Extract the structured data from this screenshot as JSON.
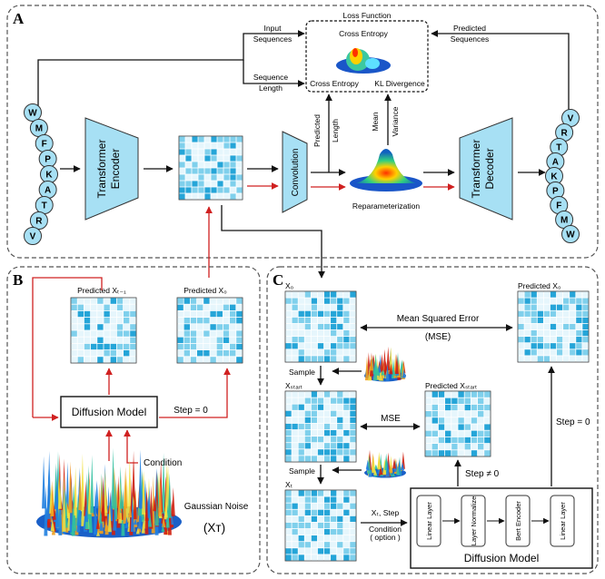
{
  "panels": {
    "a": "A",
    "b": "B",
    "c": "C"
  },
  "sequence_input": [
    "W",
    "M",
    "F",
    "P",
    "K",
    "A",
    "T",
    "R",
    "V"
  ],
  "sequence_output": [
    "V",
    "R",
    "T",
    "A",
    "K",
    "P",
    "F",
    "M",
    "W"
  ],
  "panel_a": {
    "loss_title": "Loss Function",
    "cross_entropy_top": "Cross Entropy",
    "cross_entropy_bottom": "Cross Entropy",
    "kl_divergence": "KL Divergence",
    "input_sequences": [
      "Input",
      "Sequences"
    ],
    "sequence_length": [
      "Sequence",
      "Length"
    ],
    "predicted_sequences": [
      "Predicted",
      "Sequences"
    ],
    "encoder": [
      "Transformer",
      "Encoder"
    ],
    "decoder": [
      "Transformer",
      "Decoder"
    ],
    "convolution": "Convolution",
    "predicted_length": [
      "Predicted",
      "Length"
    ],
    "mean_variance": [
      "Mean",
      "Variance"
    ],
    "reparameterization": "Reparameterization"
  },
  "panel_b": {
    "predicted_xt1": "Predicted Xₜ₋₁",
    "predicted_x0": "Predicted X₀",
    "diffusion_model": "Diffusion Model",
    "step_zero": "Step = 0",
    "condition": "Condition",
    "gaussian_noise": "Gaussian Noise",
    "xt_symbol": "(Xᴛ)"
  },
  "panel_c": {
    "x0": "X₀",
    "predicted_x0": "Predicted X₀",
    "mse_full": [
      "Mean Squared Error",
      "(MSE)"
    ],
    "sample": "Sample",
    "xstart": "Xₛₜₐᵣₜ",
    "predicted_xstart": "Predicted Xₛₜₐᵣₜ",
    "mse": "MSE",
    "step_zero": "Step = 0",
    "xt": "Xₜ",
    "step_nonzero": "Step ≠ 0",
    "input_note": [
      "Xₜ, Step",
      "Condition",
      "( option )"
    ],
    "layers": [
      "Linear Layer",
      "Layer Normalize",
      "Bert Encoder",
      "Linear Layer"
    ],
    "diffusion_model": "Diffusion Model"
  },
  "colors": {
    "block": "#a7e0f4",
    "grid_light": "#e6f6fc",
    "grid_mid": "#7fd0ec",
    "grid_dark": "#25a5d8",
    "red_arrow": "#d02020",
    "panel_border": "#555555"
  }
}
